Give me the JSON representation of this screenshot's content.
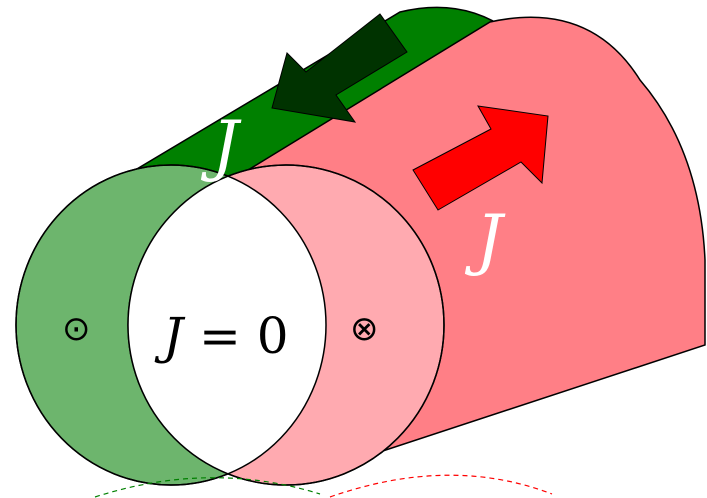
{
  "labels": {
    "green_current": "J",
    "red_current": "J",
    "center_current_var": "J",
    "center_current_rest": " = 0"
  },
  "symbols": {
    "out_of_page": "⊙",
    "into_page": "⊗"
  },
  "colors": {
    "green_body": "#008000",
    "green_face": "#6db56d",
    "green_arrow": "#003300",
    "red_body": "#ff7f86",
    "red_face": "#ffaab0",
    "red_arrow": "#ff0000",
    "outline": "#000000",
    "overlap": "#ffffff"
  }
}
